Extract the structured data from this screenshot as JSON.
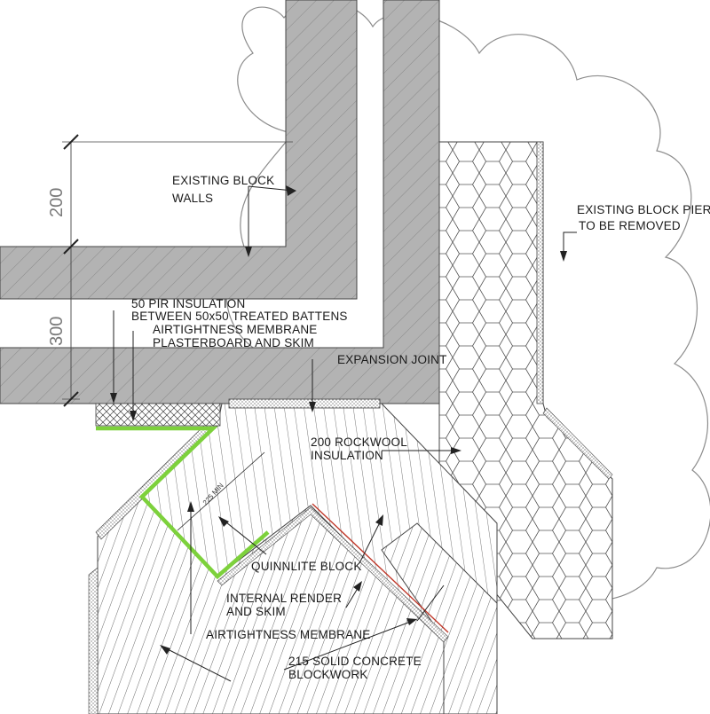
{
  "labels": {
    "existing_block_walls_1": "EXISTING BLOCK",
    "existing_block_walls_2": "WALLS",
    "existing_pier_1": "EXISTING BLOCK PIER",
    "existing_pier_2": "TO BE REMOVED",
    "pir_1": "50 PIR INSULATION",
    "pir_2": "BETWEEN 50x50 TREATED BATTENS",
    "airtight_1": "AIRTIGHTNESS MEMBRANE",
    "plasterboard": "PLASTERBOARD AND SKIM",
    "expansion_joint": "EXPANSION JOINT",
    "rockwool_1": "200 ROCKWOOL",
    "rockwool_2": "INSULATION",
    "quinnlite": "QUINNLITE BLOCK",
    "render_1": "INTERNAL RENDER",
    "render_2": "AND SKIM",
    "airtight_2": "AIRTIGHTNESS MEMBRANE",
    "concrete_1": "215 SOLID CONCRETE",
    "concrete_2": "BLOCKWORK"
  },
  "dimensions": {
    "dim_200": "200",
    "dim_300": "300",
    "dim_225": "225 MIN"
  },
  "colors": {
    "wall_fill": "#b3b3b3",
    "membrane_green": "#7dd13c",
    "cloud_line": "#8c8c8c",
    "render_red": "#c0392b"
  }
}
